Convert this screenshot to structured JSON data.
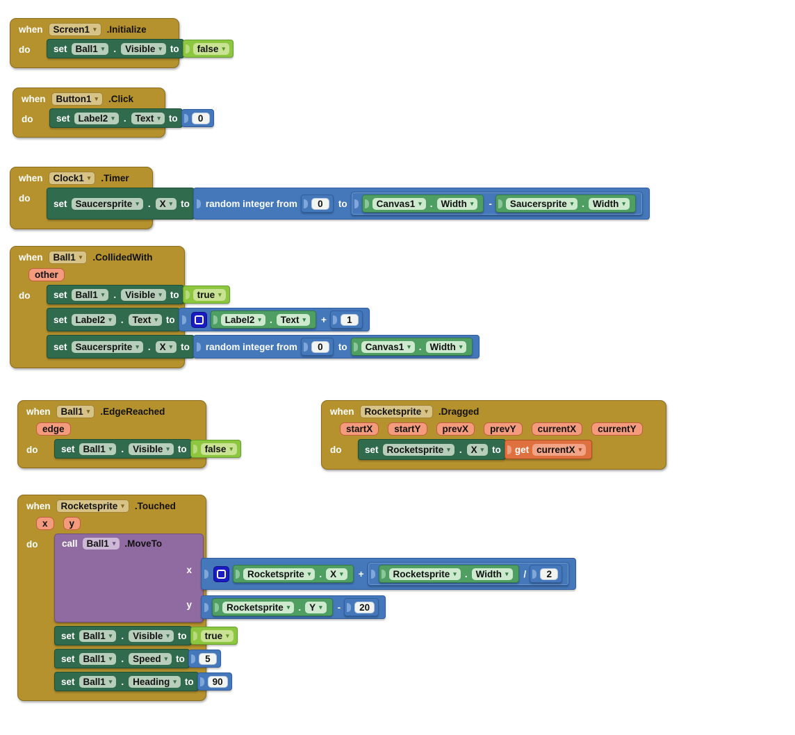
{
  "ui": {
    "when": "when",
    "do": "do",
    "set": "set",
    "to": "to",
    "call": "call",
    "get": "get",
    "dot": ".",
    "plus": "+",
    "minus": "-",
    "divide": "/",
    "random": "random integer from",
    "arw": "▾"
  },
  "colors": {
    "event_gold": "#b5922e",
    "setter_green": "#316b4e",
    "getter_green": "#4f9f63",
    "logic_green": "#8dc63f",
    "math_blue": "#4478bb",
    "call_purple": "#906ba1",
    "param_salmon": "#f49b7d",
    "get_orange": "#df7040",
    "mutator_blue": "#1b1bc4"
  },
  "blocks": {
    "b1": {
      "component": "Screen1",
      "event": ".Initialize",
      "s1": {
        "component": "Ball1",
        "property": "Visible",
        "value": "false"
      }
    },
    "b2": {
      "component": "Button1",
      "event": ".Click",
      "s1": {
        "component": "Label2",
        "property": "Text",
        "value": "0"
      }
    },
    "b3": {
      "component": "Clock1",
      "event": ".Timer",
      "s1": {
        "component": "Saucersprite",
        "property": "X",
        "from": "0",
        "min1": {
          "component": "Canvas1",
          "property": "Width"
        },
        "min2": {
          "component": "Saucersprite",
          "property": "Width"
        }
      }
    },
    "b4": {
      "component": "Ball1",
      "event": ".CollidedWith",
      "param1": "other",
      "s1": {
        "component": "Ball1",
        "property": "Visible",
        "value": "true"
      },
      "s2": {
        "component": "Label2",
        "property": "Text",
        "add1": {
          "component": "Label2",
          "property": "Text"
        },
        "add2": "1"
      },
      "s3": {
        "component": "Saucersprite",
        "property": "X",
        "from": "0",
        "max": {
          "component": "Canvas1",
          "property": "Width"
        }
      }
    },
    "b5": {
      "component": "Ball1",
      "event": ".EdgeReached",
      "param1": "edge",
      "s1": {
        "component": "Ball1",
        "property": "Visible",
        "value": "false"
      }
    },
    "b6": {
      "component": "Rocketsprite",
      "event": ".Dragged",
      "params": [
        "startX",
        "startY",
        "prevX",
        "prevY",
        "currentX",
        "currentY"
      ],
      "s1": {
        "component": "Rocketsprite",
        "property": "X",
        "var": "currentX"
      }
    },
    "b7": {
      "component": "Rocketsprite",
      "event": ".Touched",
      "params": [
        "x",
        "y"
      ],
      "call": {
        "component": "Ball1",
        "method": ".MoveTo",
        "xlabel": "x",
        "ylabel": "y",
        "x1": {
          "component": "Rocketsprite",
          "property": "X"
        },
        "x2": {
          "component": "Rocketsprite",
          "property": "Width"
        },
        "xdiv": "2",
        "y1": {
          "component": "Rocketsprite",
          "property": "Y"
        },
        "ysub": "20"
      },
      "s1": {
        "component": "Ball1",
        "property": "Visible",
        "value": "true"
      },
      "s2": {
        "component": "Ball1",
        "property": "Speed",
        "value": "5"
      },
      "s3": {
        "component": "Ball1",
        "property": "Heading",
        "value": "90"
      }
    }
  }
}
